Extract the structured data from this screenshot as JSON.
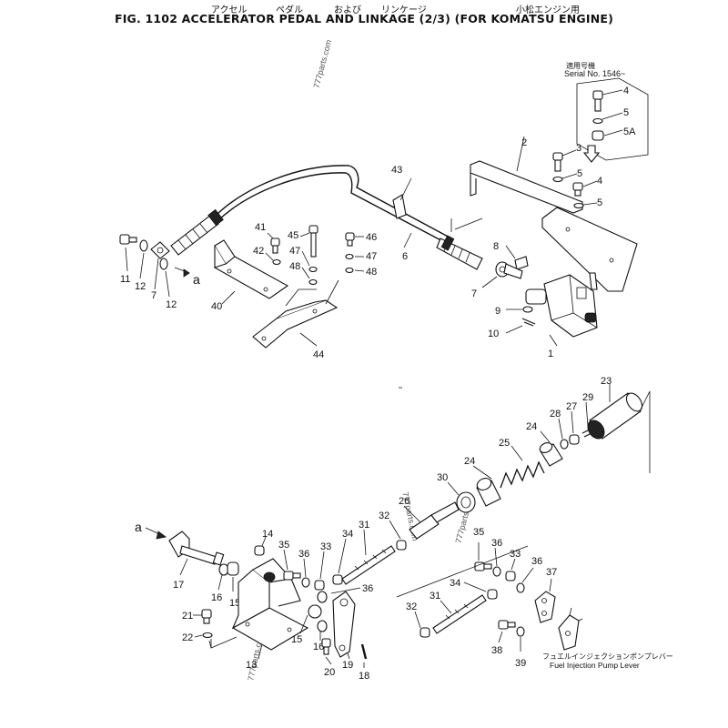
{
  "header": {
    "jp_title_1": "アクセル",
    "jp_title_2": "ペダル",
    "jp_title_3": "および",
    "jp_title_4": "リンケージ",
    "jp_title_5": "小松エンジン用",
    "title": "FIG. 1102  ACCELERATOR PEDAL AND LINKAGE (2/3) (FOR KOMATSU ENGINE)"
  },
  "serial_note": {
    "jp": "適用号機",
    "text": "Serial No. 1546~"
  },
  "annotation": {
    "jp": "フュエルインジェクションポンプレバー",
    "text": "Fuel Injection Pump Lever"
  },
  "watermarks": [
    "777parts.com",
    "777parts.com",
    "777parts.com",
    "777parts.com"
  ],
  "callouts": {
    "c1": "1",
    "c2": "2",
    "c3": "3",
    "c4a": "4",
    "c5a": "5",
    "c5A": "5A",
    "c4b": "4",
    "c5b": "5",
    "c5c": "5",
    "c6": "6",
    "c7a": "7",
    "c7b": "7",
    "c8": "8",
    "c9": "9",
    "c10": "10",
    "c11": "11",
    "c12a": "12",
    "c12b": "12",
    "c40": "40",
    "c41": "41",
    "c42": "42",
    "c43": "43",
    "c44": "44",
    "c45": "45",
    "c46": "46",
    "c47a": "47",
    "c47b": "47",
    "c48a": "48",
    "c48b": "48",
    "ca1": "a",
    "ca2": "a",
    "c13": "13",
    "c14": "14",
    "c15a": "15",
    "c15b": "15",
    "c16a": "16",
    "c16b": "16",
    "c17": "17",
    "c18": "18",
    "c19": "19",
    "c20": "20",
    "c21": "21",
    "c22": "22",
    "c23": "23",
    "c24": "24",
    "c25": "25",
    "c26": "26",
    "c27": "27",
    "c28": "28",
    "c29": "29",
    "c30": "30",
    "c31a": "31",
    "c31b": "31",
    "c32a": "32",
    "c32b": "32",
    "c33a": "33",
    "c33b": "33",
    "c34a": "34",
    "c34b": "34",
    "c35a": "35",
    "c35b": "35",
    "c36a": "36",
    "c36b": "36",
    "c36c": "36",
    "c36d": "36",
    "c37": "37",
    "c38": "38",
    "c39": "39"
  }
}
